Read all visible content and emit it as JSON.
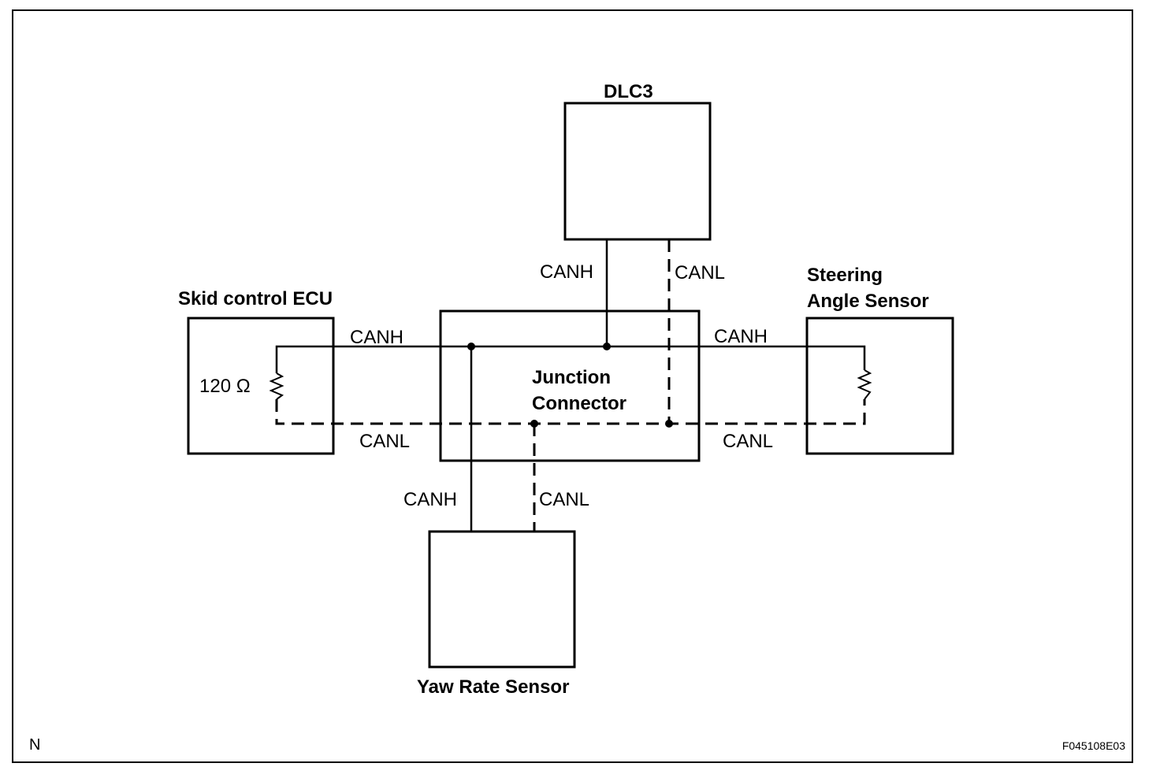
{
  "components": {
    "dlc3": "DLC3",
    "skid_ecu": "Skid control ECU",
    "steering_line1": "Steering",
    "steering_line2": "Angle Sensor",
    "junction_line1": "Junction",
    "junction_line2": "Connector",
    "yaw": "Yaw Rate Sensor"
  },
  "resistor_value": "120 Ω",
  "wires": {
    "canh": "CANH",
    "canl": "CANL"
  },
  "corner_left": "N",
  "figure_code": "F045108E03"
}
